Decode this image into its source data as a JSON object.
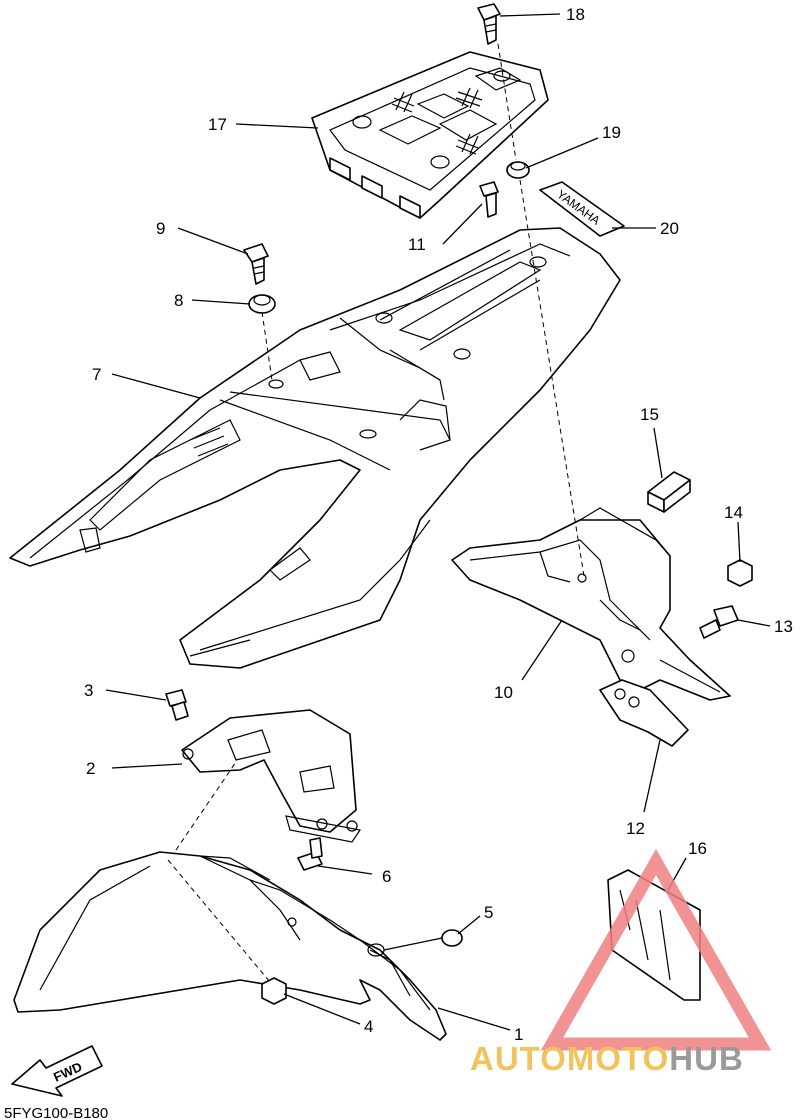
{
  "diagram": {
    "callouts": [
      "1",
      "2",
      "3",
      "4",
      "5",
      "6",
      "7",
      "8",
      "9",
      "10",
      "11",
      "12",
      "13",
      "14",
      "15",
      "16",
      "17",
      "18",
      "19",
      "20"
    ],
    "sticker_text": "YAMAHA",
    "fwd_label": "FWD",
    "diagram_code": "5FYG100-B180"
  },
  "watermark": {
    "part1": "AUTO",
    "part2": "MOTO",
    "part3": "HUB",
    "colors": {
      "auto": "#F2C25C",
      "moto": "#F2C25C",
      "hub": "#9A9A9A",
      "triangle": "#F08080"
    }
  }
}
